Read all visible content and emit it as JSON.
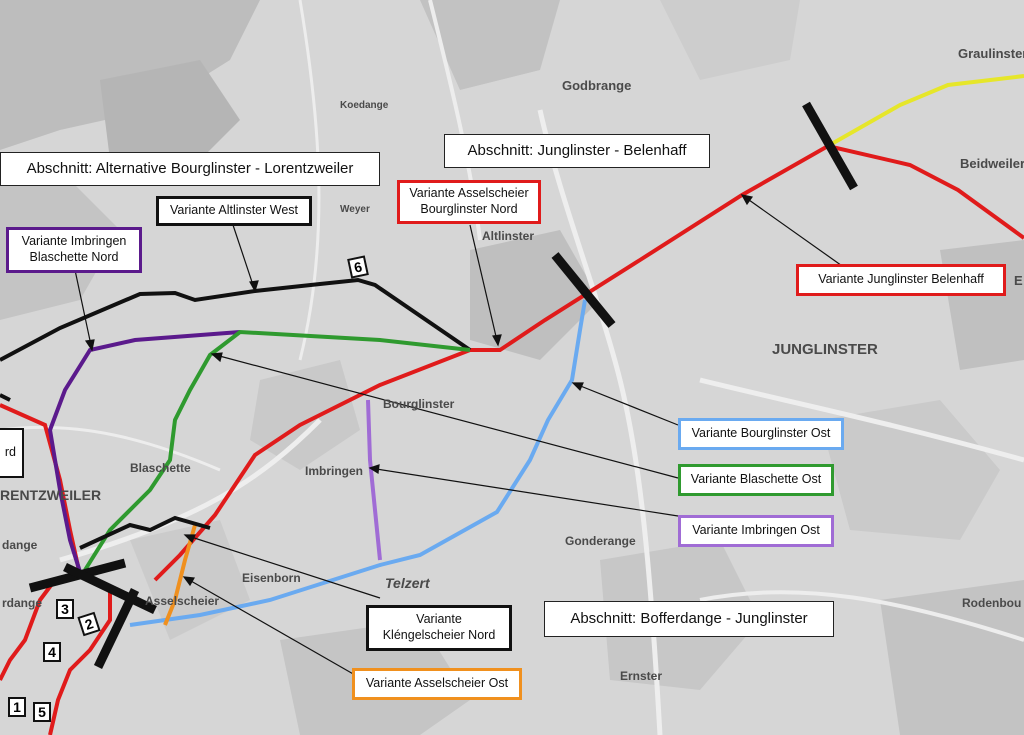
{
  "colors": {
    "red": "#e01b1b",
    "black": "#111111",
    "purple": "#5b1a8c",
    "green": "#2f9a2f",
    "light_blue": "#6aaaf0",
    "light_purple": "#a06cd5",
    "orange": "#f0901e",
    "yellow": "#e6e62a",
    "map_background": "#d9d9d9"
  },
  "places": {
    "graulinster": "Graulinster",
    "godbrange": "Godbrange",
    "beidweiler": "Beidweiler",
    "altlinster": "Altlinster",
    "junglinster": "JUNGLINSTER",
    "bourglinster": "Bourglinster",
    "blaschette": "Blaschette",
    "imbringen": "Imbringen",
    "gonderange": "Gonderange",
    "eisenborn": "Eisenborn",
    "lorentzweiler": "RENTZWEILER",
    "dange": "dange",
    "rdange": "rdange",
    "asselscheier": "Asselscheier",
    "rodenbou": "Rodenbou",
    "ernster": "Ernster",
    "koedange": "Koedange",
    "weyer": "Weyer",
    "telzert": "Telzert",
    "e_edge": "E",
    "rd_edge": "rd"
  },
  "sections": {
    "bourglinster_lorentzweiler": "Abschnitt: Alternative Bourglinster - Lorentzweiler",
    "junglinster_belenhaff": "Abschnitt: Junglinster - Belenhaff",
    "bofferdange_junglinster": "Abschnitt: Bofferdange - Junglinster"
  },
  "variants": {
    "altlinster_west": "Variante Altlinster West",
    "imbringen_blaschette_line1": "Variante Imbringen",
    "imbringen_blaschette_line2": "Blaschette Nord",
    "asselscheier_bourglinster_line1": "Variante Asselscheier",
    "asselscheier_bourglinster_line2": "Bourglinster Nord",
    "junglinster_belenhaff": "Variante Junglinster Belenhaff",
    "bourglinster_ost": "Variante Bourglinster Ost",
    "blaschette_ost": "Variante Blaschette Ost",
    "imbringen_ost": "Variante Imbringen Ost",
    "klengelscheier_line1": "Variante",
    "klengelscheier_line2": "Kléngelscheier Nord",
    "asselscheier_ost": "Variante Asselscheier Ost"
  },
  "markers": [
    "1",
    "2",
    "3",
    "4",
    "5",
    "6"
  ]
}
